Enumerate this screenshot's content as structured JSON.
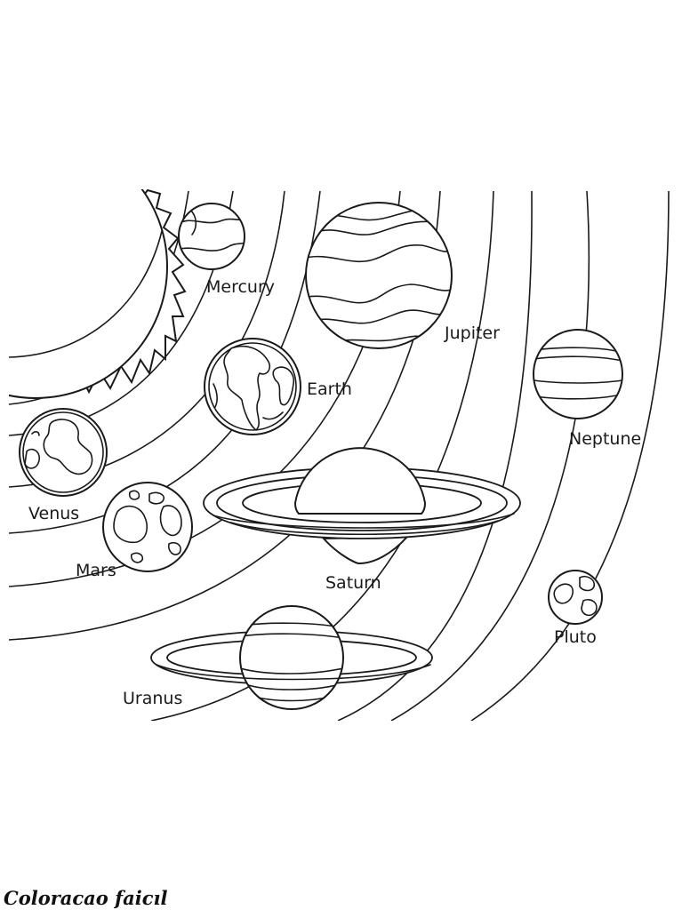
{
  "diagram": {
    "sun_label": "",
    "planets": [
      {
        "id": "mercury",
        "label": "Mercury"
      },
      {
        "id": "venus",
        "label": "Venus"
      },
      {
        "id": "earth",
        "label": "Earth"
      },
      {
        "id": "mars",
        "label": "Mars"
      },
      {
        "id": "jupiter",
        "label": "Jupiter"
      },
      {
        "id": "saturn",
        "label": "Saturn"
      },
      {
        "id": "uranus",
        "label": "Uranus"
      },
      {
        "id": "neptune",
        "label": "Neptune"
      },
      {
        "id": "pluto",
        "label": "Pluto"
      }
    ]
  },
  "watermark": "Coloracao faicıl",
  "colors": {
    "line": "#1a1a1a",
    "background": "#ffffff"
  }
}
